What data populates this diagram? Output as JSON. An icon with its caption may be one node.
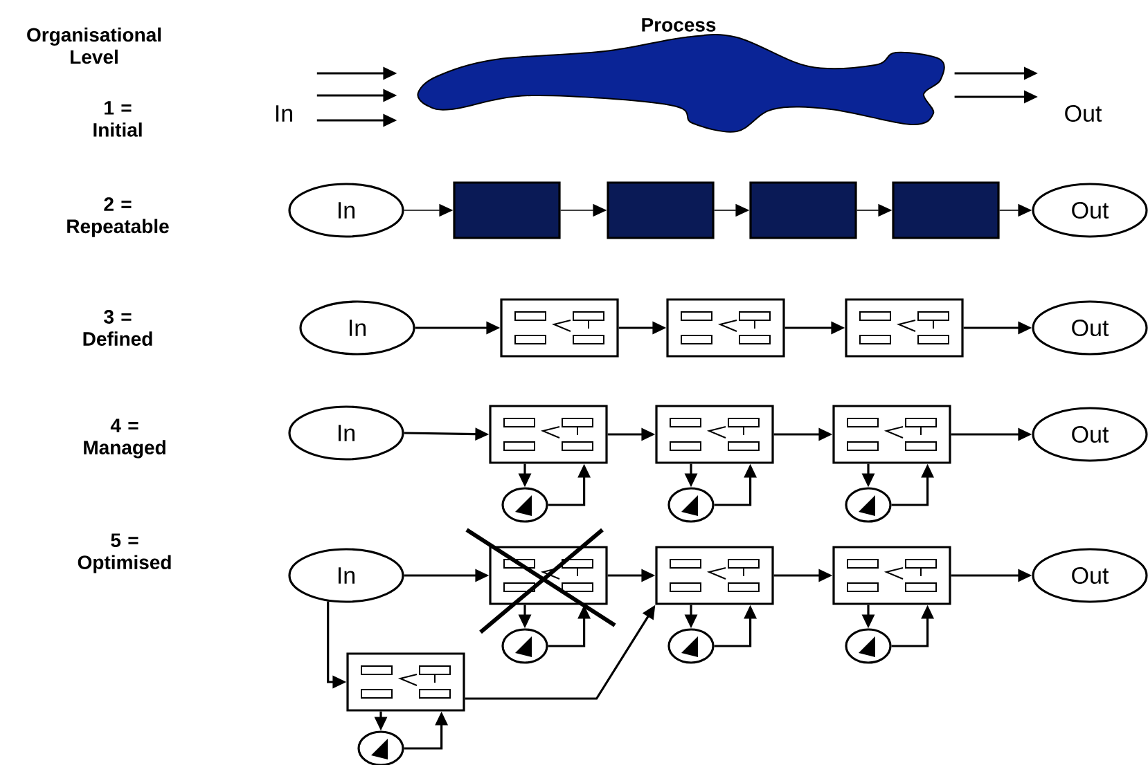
{
  "diagram": {
    "nodes": [
      {
        "text": [
          "In"
        ]
      },
      {
        "text": [
          "Process"
        ]
      },
      {
        "text": [
          "Out"
        ]
      },
      {
        "text": [
          "In"
        ]
      },
      {
        "text": [],
        "shape": "box"
      },
      {
        "text": [],
        "shape": "box"
      },
      {
        "text": [],
        "shape": "box"
      },
      {
        "text": [],
        "shape": "box"
      },
      {
        "text": [
          "Out"
        ]
      },
      {
        "text": [
          "In"
        ]
      },
      {
        "text": [],
        "shape": "box"
      },
      {
        "text": [],
        "shape": "box"
      },
      {
        "text": [],
        "shape": "box"
      },
      {
        "text": [
          "Out"
        ]
      },
      {
        "text": [
          "In"
        ]
      },
      {
        "text": [],
        "shape": "box"
      },
      {
        "text": [],
        "shape": "box"
      },
      {
        "text": [],
        "shape": "box"
      },
      {
        "text": [],
        "shape": "circle"
      },
      {
        "text": [],
        "shape": "circle"
      },
      {
        "text": [],
        "shape": "circle"
      },
      {
        "text": [
          "Out"
        ]
      },
      {
        "text": [
          "In"
        ]
      },
      {
        "text": [],
        "shape": "box"
      },
      {
        "text": [],
        "shape": "box"
      },
      {
        "text": [],
        "shape": "box"
      },
      {
        "text": [
          "Out"
        ]
      },
      {
        "text": [],
        "shape": "circle"
      },
      {
        "text": [],
        "shape": "circle"
      },
      {
        "text": [],
        "shape": "circle"
      },
      {
        "text": [],
        "shape": "box"
      },
      {
        "text": [],
        "shape": "circle"
      }
    ],
    "edges": [
      {
        "from": 0,
        "to": 1,
        "arrow": "to"
      },
      {
        "from": 0,
        "to": 1,
        "arrow": "to"
      },
      {
        "from": 0,
        "to": 1,
        "arrow": "to"
      },
      {
        "from": 1,
        "to": 2,
        "arrow": "to"
      },
      {
        "from": 1,
        "to": 2,
        "arrow": "to"
      },
      {
        "from": 3,
        "to": 4,
        "arrow": "to"
      },
      {
        "from": 4,
        "to": 5,
        "arrow": "to"
      },
      {
        "from": 5,
        "to": 6,
        "arrow": "to"
      },
      {
        "from": 6,
        "to": 7,
        "arrow": "to"
      },
      {
        "from": 7,
        "to": 8,
        "arrow": "to"
      },
      {
        "from": 9,
        "to": 10,
        "arrow": "to"
      },
      {
        "from": 10,
        "to": 11,
        "arrow": "to"
      },
      {
        "from": 11,
        "to": 12,
        "arrow": "to"
      },
      {
        "from": 12,
        "to": 13,
        "arrow": "to"
      },
      {
        "from": 14,
        "to": 15,
        "arrow": "to"
      },
      {
        "from": 15,
        "to": 16,
        "arrow": "to"
      },
      {
        "from": 16,
        "to": 17,
        "arrow": "to"
      },
      {
        "from": 17,
        "to": 21,
        "arrow": "to"
      },
      {
        "from": 15,
        "to": 18,
        "arrow": "to"
      },
      {
        "from": 18,
        "to": 15,
        "arrow": "to"
      },
      {
        "from": 16,
        "to": 19,
        "arrow": "to"
      },
      {
        "from": 19,
        "to": 16,
        "arrow": "to"
      },
      {
        "from": 17,
        "to": 20,
        "arrow": "to"
      },
      {
        "from": 20,
        "to": 17,
        "arrow": "to"
      },
      {
        "from": 22,
        "to": 23,
        "arrow": "to"
      },
      {
        "from": 23,
        "to": 24,
        "arrow": "to"
      },
      {
        "from": 24,
        "to": 25,
        "arrow": "to"
      },
      {
        "from": 25,
        "to": 26,
        "arrow": "to"
      },
      {
        "from": 23,
        "to": 27,
        "arrow": "to"
      },
      {
        "from": 27,
        "to": 23,
        "arrow": "to"
      },
      {
        "from": 24,
        "to": 28,
        "arrow": "to"
      },
      {
        "from": 28,
        "to": 24,
        "arrow": "to"
      },
      {
        "from": 25,
        "to": 29,
        "arrow": "to"
      },
      {
        "from": 29,
        "to": 25,
        "arrow": "to"
      },
      {
        "from": 22,
        "to": 30,
        "arrow": "to"
      },
      {
        "from": 30,
        "to": 24,
        "arrow": "to"
      },
      {
        "from": 30,
        "to": 31,
        "arrow": "to"
      },
      {
        "from": 31,
        "to": 30,
        "arrow": "to"
      }
    ],
    "labels": [
      "Organisational Level",
      "1 = Initial",
      "2 = Repeatable",
      "3 = Defined",
      "4 = Managed",
      "5 = Optimised"
    ]
  }
}
